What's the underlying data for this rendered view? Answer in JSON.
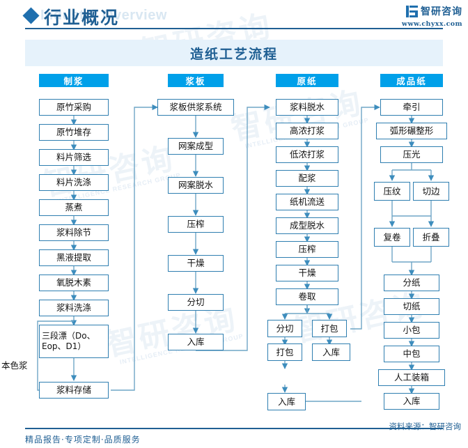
{
  "header": {
    "title": "行业概况",
    "subtitle": "Industry Overview",
    "diamond_icon": "diamond-icon",
    "brand": "智研咨询",
    "url": "www.chyxx.com",
    "accent": "#1f5f93",
    "badge_color": "#00a0e9"
  },
  "chart_title": "造纸工艺流程",
  "columns": [
    {
      "category": "制浆",
      "nodes": [
        "原竹采购",
        "原竹堆存",
        "料片筛选",
        "料片洗涤",
        "蒸煮",
        "浆料除节",
        "黑液提取",
        "氧脱木素",
        "浆料洗涤",
        "三段漂（Do、\nEop、D1）",
        "浆料存储"
      ],
      "bypass_label": "本色浆"
    },
    {
      "category": "浆板",
      "nodes": [
        "浆板供浆系统",
        "网案成型",
        "网案脱水",
        "压榨",
        "干燥",
        "分切",
        "入库"
      ]
    },
    {
      "category": "原纸",
      "nodes": [
        "浆料脱水",
        "高浓打浆",
        "低浓打浆",
        "配浆",
        "纸机流送",
        "成型脱水",
        "压榨",
        "干燥",
        "卷取",
        "分切",
        "打包",
        "打包",
        "入库",
        "入库"
      ]
    },
    {
      "category": "成品纸",
      "nodes": [
        "牵引",
        "弧形碾整形",
        "压光",
        "压纹",
        "切边",
        "复卷",
        "折叠",
        "分纸",
        "切纸",
        "小包",
        "中包",
        "人工装箱",
        "入库"
      ]
    }
  ],
  "footer": {
    "left": "精品报告·专项定制·品质服务",
    "right": "资料来源：智研咨询"
  },
  "watermarks": {
    "brand": "智研咨询",
    "tagline": "INTELLIGENCE RESEARCH GROUP"
  }
}
